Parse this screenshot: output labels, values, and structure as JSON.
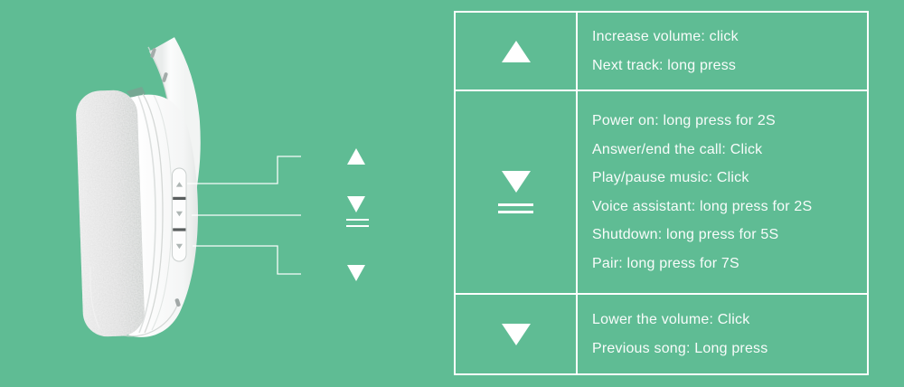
{
  "colors": {
    "background": "#5fbc94",
    "table_border": "#ffffff",
    "text": "#ffffff",
    "headphone_body": "#fafafa",
    "ear_cushion": "#d9d9d9"
  },
  "illustration": {
    "subject": "wireless over-ear headphones, side view",
    "buttons": [
      "volume-up-button",
      "multifunction-power-button",
      "volume-down-button"
    ]
  },
  "legend_icons": [
    "triangle-up",
    "triangle-down-double-underline",
    "triangle-down"
  ],
  "table": {
    "rows": [
      {
        "icon": "triangle-up",
        "lines": [
          "Increase volume: click",
          "Next track: long press"
        ]
      },
      {
        "icon": "triangle-down-double-underline",
        "lines": [
          "Power on: long press for 2S",
          "Answer/end the call: Click",
          "Play/pause music: Click",
          "Voice assistant: long press for 2S",
          "Shutdown: long press for 5S",
          "Pair: long press for 7S"
        ]
      },
      {
        "icon": "triangle-down",
        "lines": [
          "Lower the volume: Click",
          "Previous song: Long press"
        ]
      }
    ]
  }
}
